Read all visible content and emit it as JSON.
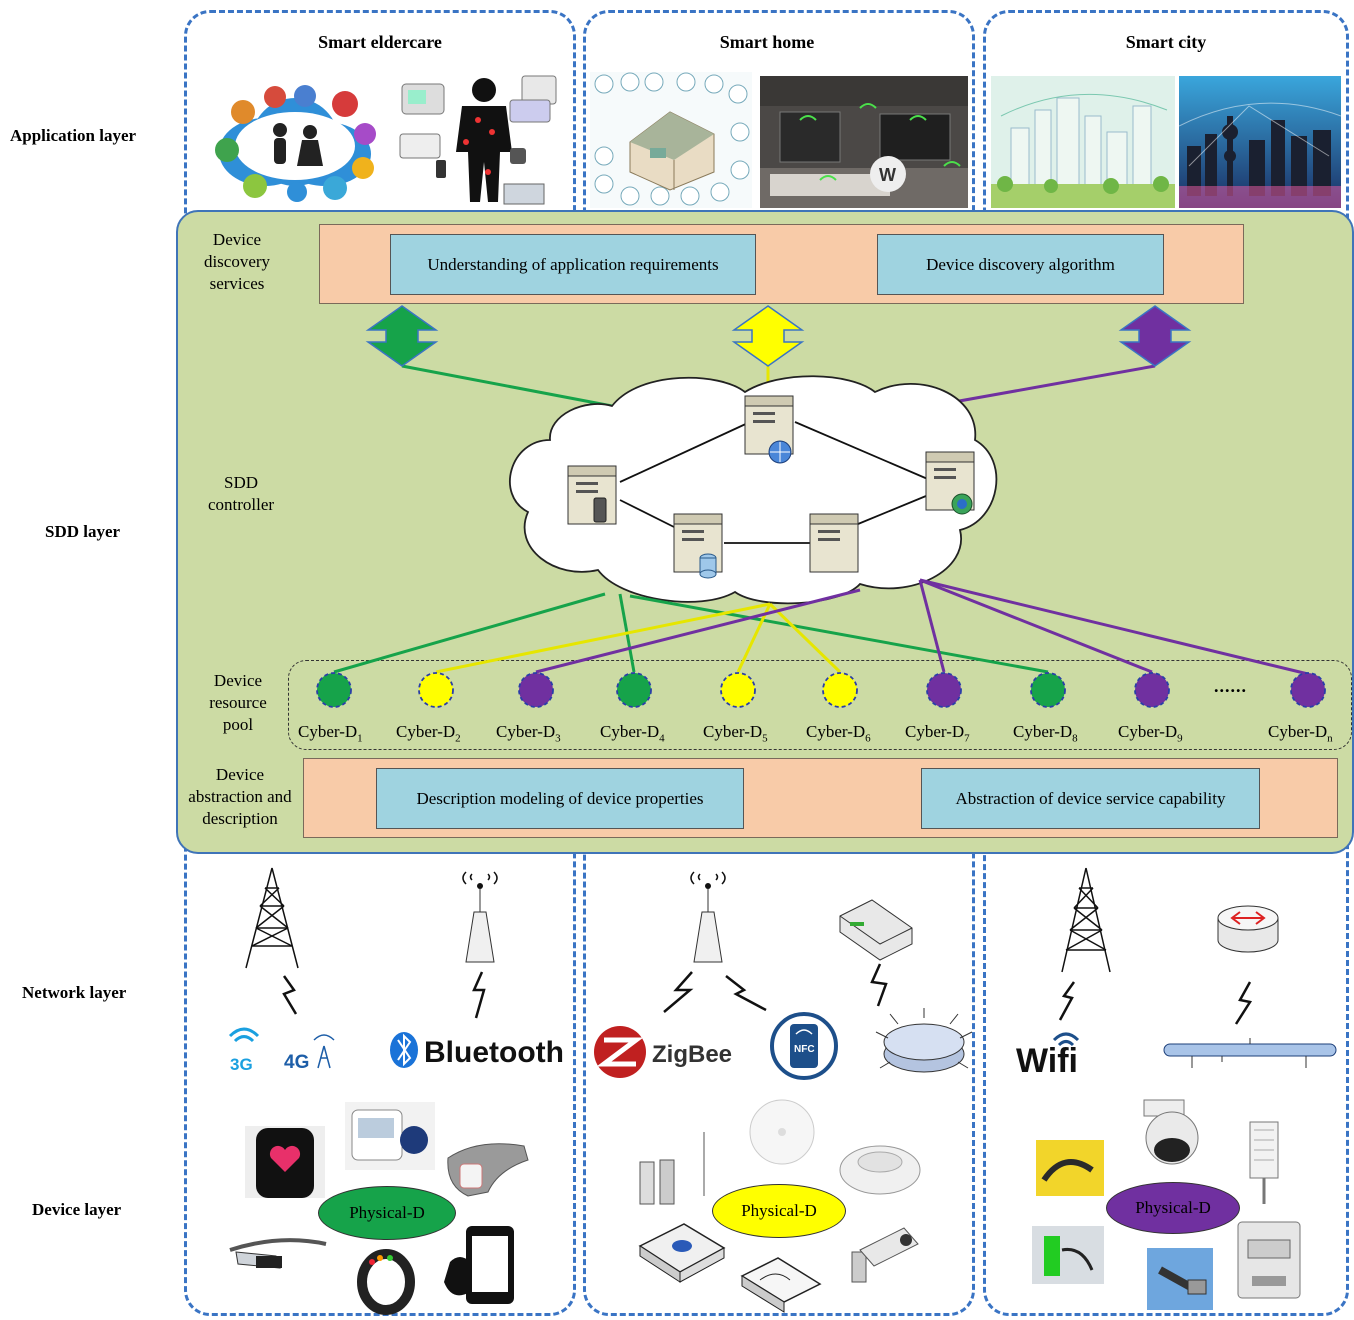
{
  "layers": {
    "application": "Application layer",
    "sdd": "SDD layer",
    "network": "Network layer",
    "device": "Device layer"
  },
  "domains": [
    {
      "title": "Smart eldercare"
    },
    {
      "title": "Smart home"
    },
    {
      "title": "Smart city"
    }
  ],
  "sdd": {
    "discovery_label": [
      "Device",
      "discovery",
      "services"
    ],
    "understanding": "Understanding of application requirements",
    "algorithm": "Device discovery algorithm",
    "controller_label": [
      "SDD",
      "controller"
    ],
    "pool_label": [
      "Device",
      "resource",
      "pool"
    ],
    "abstraction_label": [
      "Device",
      "abstraction and",
      "description"
    ],
    "modeling": "Description modeling of device properties",
    "capability": "Abstraction of device service capability",
    "ellipsis": "......"
  },
  "cyber_devices": [
    {
      "base": "Cyber-D",
      "sub": "1",
      "color": "#16a34a"
    },
    {
      "base": "Cyber-D",
      "sub": "2",
      "color": "#ffff00"
    },
    {
      "base": "Cyber-D",
      "sub": "3",
      "color": "#7030a0"
    },
    {
      "base": "Cyber-D",
      "sub": "4",
      "color": "#16a34a"
    },
    {
      "base": "Cyber-D",
      "sub": "5",
      "color": "#ffff00"
    },
    {
      "base": "Cyber-D",
      "sub": "6",
      "color": "#ffff00"
    },
    {
      "base": "Cyber-D",
      "sub": "7",
      "color": "#7030a0"
    },
    {
      "base": "Cyber-D",
      "sub": "8",
      "color": "#16a34a"
    },
    {
      "base": "Cyber-D",
      "sub": "9",
      "color": "#7030a0"
    },
    {
      "base": "Cyber-D",
      "sub": "n",
      "color": "#7030a0"
    }
  ],
  "network_labels": {
    "g3": "3G",
    "g4": "4G",
    "bluetooth": "Bluetooth",
    "zigbee": "ZigBee",
    "nfc": "NFC",
    "wifi": "Wifi"
  },
  "physical": [
    {
      "label": "Physical-D",
      "color": "#16a34a"
    },
    {
      "label": "Physical-D",
      "color": "#ffff00"
    },
    {
      "label": "Physical-D",
      "color": "#7030a0"
    }
  ],
  "colors": {
    "dash_border": "#3a74c4",
    "sdd_bg": "#ccdba4",
    "peach": "#f8cba8",
    "light_blue": "#9fd3e0",
    "green": "#16a34a",
    "yellow": "#ffff00",
    "purple": "#7030a0"
  }
}
